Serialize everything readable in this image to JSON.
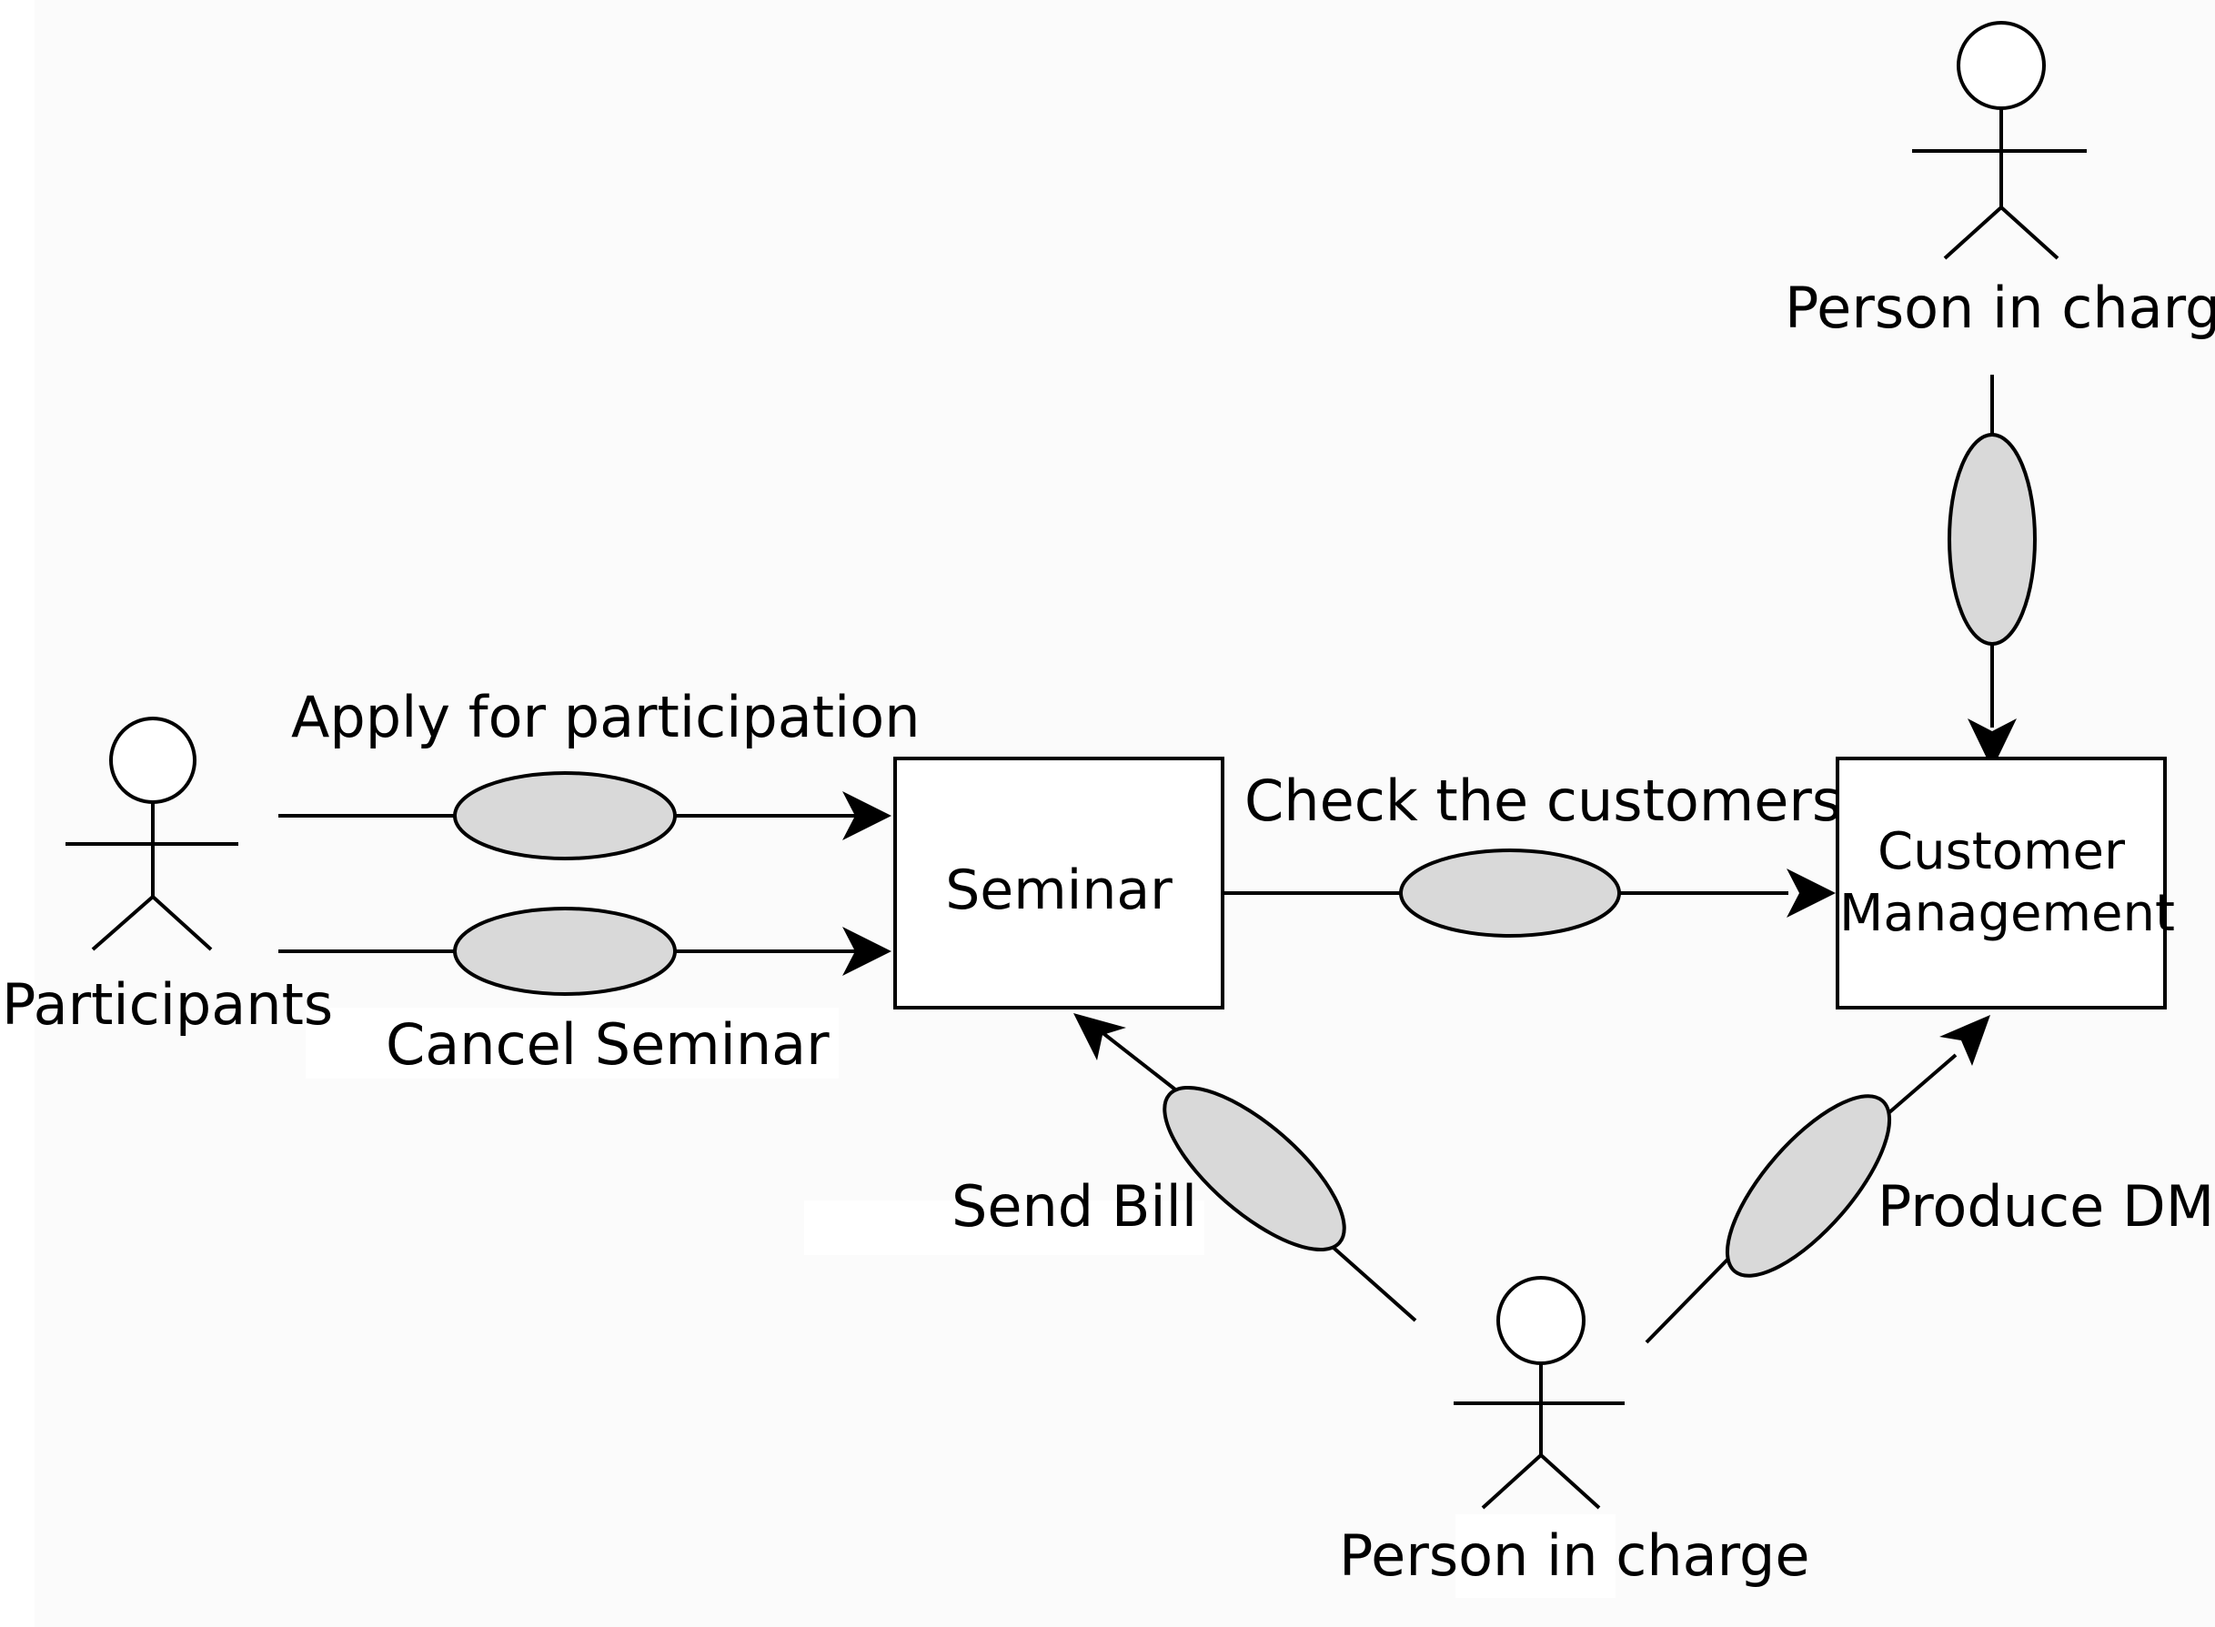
{
  "colors": {
    "background": "#fbfbfb",
    "ellipse_fill": "#d9d9d9",
    "stroke": "#000000",
    "box_fill": "#ffffff"
  },
  "actors": {
    "participants": {
      "label": "Participants"
    },
    "person_top": {
      "label": "Person in charge"
    },
    "person_bottom": {
      "label": "Person in charge"
    }
  },
  "boxes": {
    "seminar": {
      "label": "Seminar"
    },
    "customer_management": {
      "line1": "Customer",
      "line2": "Management"
    }
  },
  "use_cases": {
    "apply": {
      "label": "Apply for participation"
    },
    "cancel": {
      "label": "Cancel Seminar"
    },
    "check": {
      "label": "Check the customers"
    },
    "send_bill": {
      "label": "Send Bill"
    },
    "produce_dm": {
      "label": "Produce DM"
    },
    "person_top_link": {
      "label": ""
    }
  }
}
